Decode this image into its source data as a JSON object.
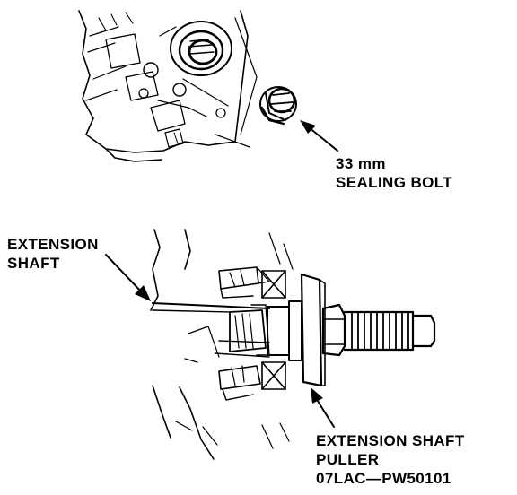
{
  "labels": {
    "sealing_bolt": {
      "line1": "33 mm",
      "line2": "SEALING BOLT"
    },
    "extension_shaft": {
      "line1": "EXTENSION",
      "line2": "SHAFT"
    },
    "extension_shaft_puller": {
      "line1": "EXTENSION SHAFT",
      "line2": "PULLER",
      "line3": "07LAC—PW50101"
    }
  },
  "colors": {
    "ink": "#000000",
    "paper": "#ffffff"
  }
}
